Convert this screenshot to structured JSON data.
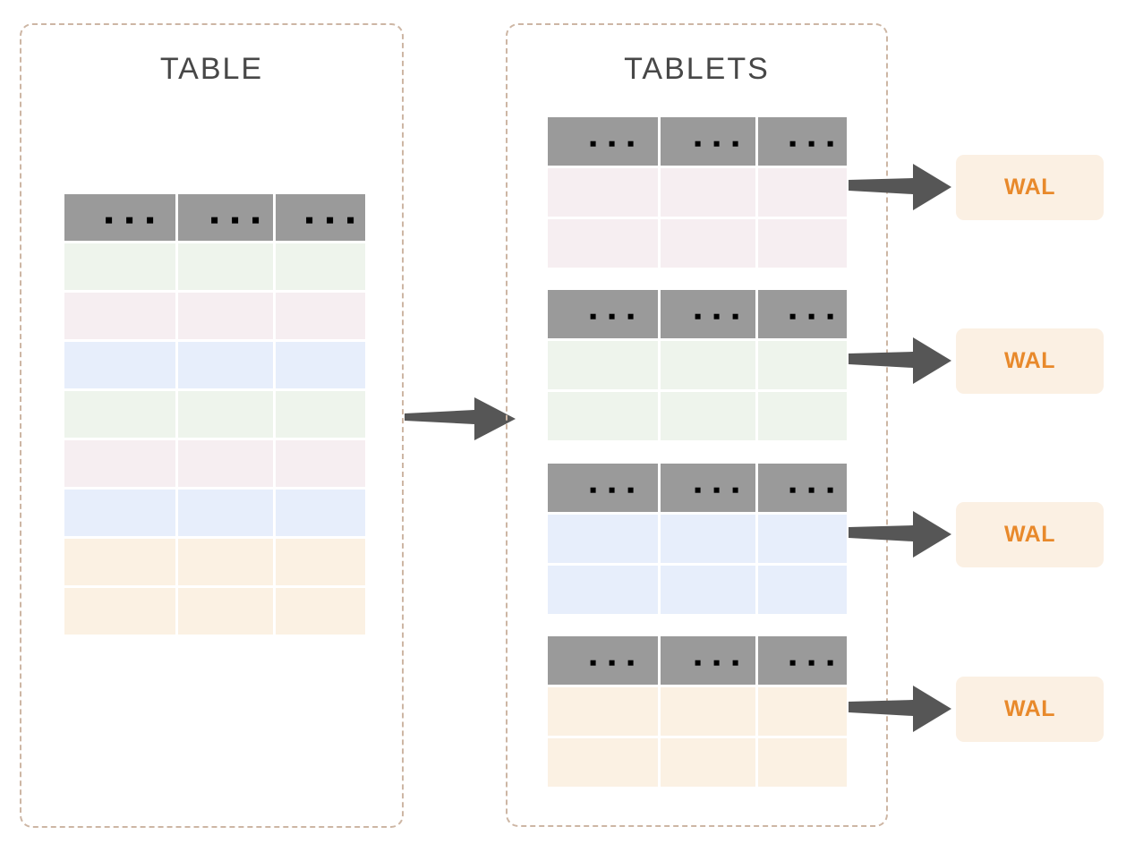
{
  "diagram": {
    "title_left": "TABLE",
    "title_right": "TABLETS",
    "ellipsis_glyph": "...",
    "colors": {
      "panel_border": "#cdb6a4",
      "header_fill": "#9a9a9a",
      "arrow": "#565656",
      "wal_bg": "#fbf0e3",
      "wal_text": "#e8892b",
      "title_text": "#474747",
      "row_green": "#eef4ec",
      "row_pink": "#f6eef1",
      "row_blue": "#e7eefb",
      "row_orange": "#fbf1e3"
    }
  },
  "table_panel": {
    "name": "TABLE",
    "columns": [
      "...",
      "...",
      "..."
    ],
    "header_cells": [
      "...",
      "...",
      "..."
    ],
    "rows": [
      {
        "index": 1,
        "color": "#eef4ec",
        "color_name": "green"
      },
      {
        "index": 2,
        "color": "#f6eef1",
        "color_name": "pink"
      },
      {
        "index": 3,
        "color": "#e7eefb",
        "color_name": "blue"
      },
      {
        "index": 4,
        "color": "#eef4ec",
        "color_name": "green"
      },
      {
        "index": 5,
        "color": "#f6eef1",
        "color_name": "pink"
      },
      {
        "index": 6,
        "color": "#e7eefb",
        "color_name": "blue"
      },
      {
        "index": 7,
        "color": "#fbf1e3",
        "color_name": "orange"
      },
      {
        "index": 8,
        "color": "#fbf1e3",
        "color_name": "orange"
      }
    ]
  },
  "tablets_panel": {
    "name": "TABLETS",
    "tablets": [
      {
        "index": 1,
        "header_cells": [
          "...",
          "...",
          "..."
        ],
        "row_color": "#f6eef1",
        "color_name": "pink",
        "row_count": 2,
        "wal_label": "WAL"
      },
      {
        "index": 2,
        "header_cells": [
          "...",
          "...",
          "..."
        ],
        "row_color": "#eef4ec",
        "color_name": "green",
        "row_count": 2,
        "wal_label": "WAL"
      },
      {
        "index": 3,
        "header_cells": [
          "...",
          "...",
          "..."
        ],
        "row_color": "#e7eefb",
        "color_name": "blue",
        "row_count": 2,
        "wal_label": "WAL"
      },
      {
        "index": 4,
        "header_cells": [
          "...",
          "...",
          "..."
        ],
        "row_color": "#fbf1e3",
        "color_name": "orange",
        "row_count": 2,
        "wal_label": "WAL"
      }
    ]
  }
}
